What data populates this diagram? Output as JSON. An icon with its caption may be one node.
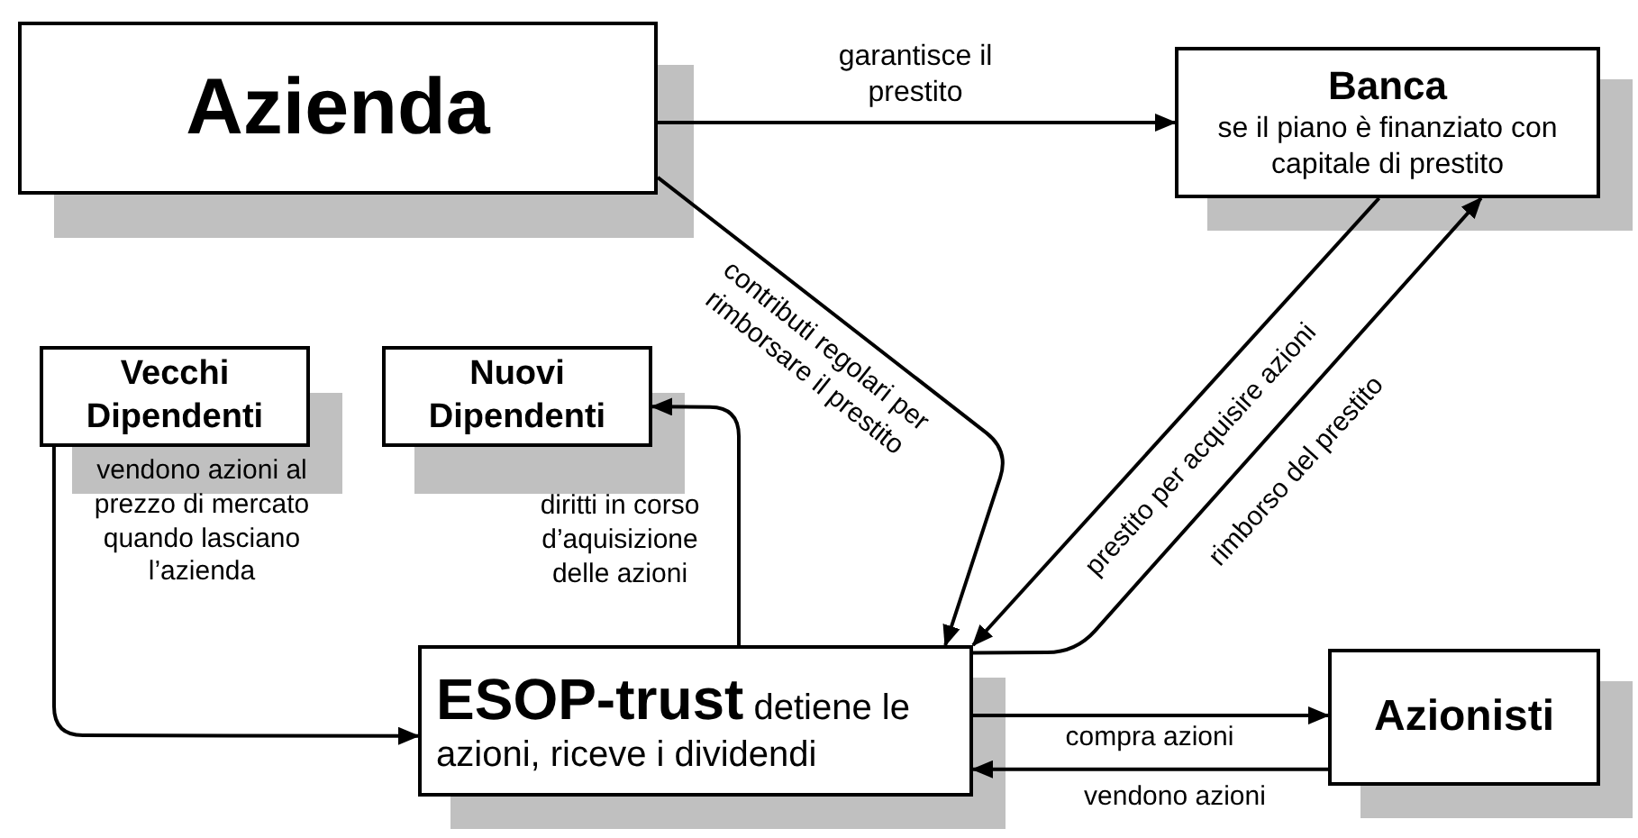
{
  "diagram": {
    "nodes": [
      {
        "text": [
          "Azienda"
        ]
      },
      {
        "text": [
          "Banca",
          "se il piano è finanziato con capitale di prestito"
        ]
      },
      {
        "text": [
          "Vecchi Dipendenti"
        ]
      },
      {
        "text": [
          "Nuovi Dipendenti"
        ]
      },
      {
        "text": [
          "**ESOP-trust** detiene le azioni, riceve i dividendi"
        ]
      },
      {
        "text": [
          "Azionisti"
        ]
      }
    ],
    "edges": [
      {
        "from": 0,
        "to": 1,
        "arrow": "to",
        "label": "garantisce il prestito"
      },
      {
        "from": 0,
        "to": 4,
        "arrow": "to",
        "label": "contributi regolari per rimborsare il prestito"
      },
      {
        "from": 1,
        "to": 4,
        "arrow": "to",
        "label": "prestito per acquisire azioni"
      },
      {
        "from": 4,
        "to": 1,
        "arrow": "to",
        "label": "rimborso del prestito"
      },
      {
        "from": 4,
        "to": 3,
        "arrow": "to",
        "label": "diritti in corso d’aquisizione delle azioni"
      },
      {
        "from": 2,
        "to": 4,
        "arrow": "to",
        "label": "vendono azioni al prezzo di mercato quando lasciano l’azienda"
      },
      {
        "from": 4,
        "to": 5,
        "arrow": "to",
        "label": "compra azioni"
      },
      {
        "from": 5,
        "to": 4,
        "arrow": "to",
        "label": "vendono azioni"
      }
    ]
  }
}
